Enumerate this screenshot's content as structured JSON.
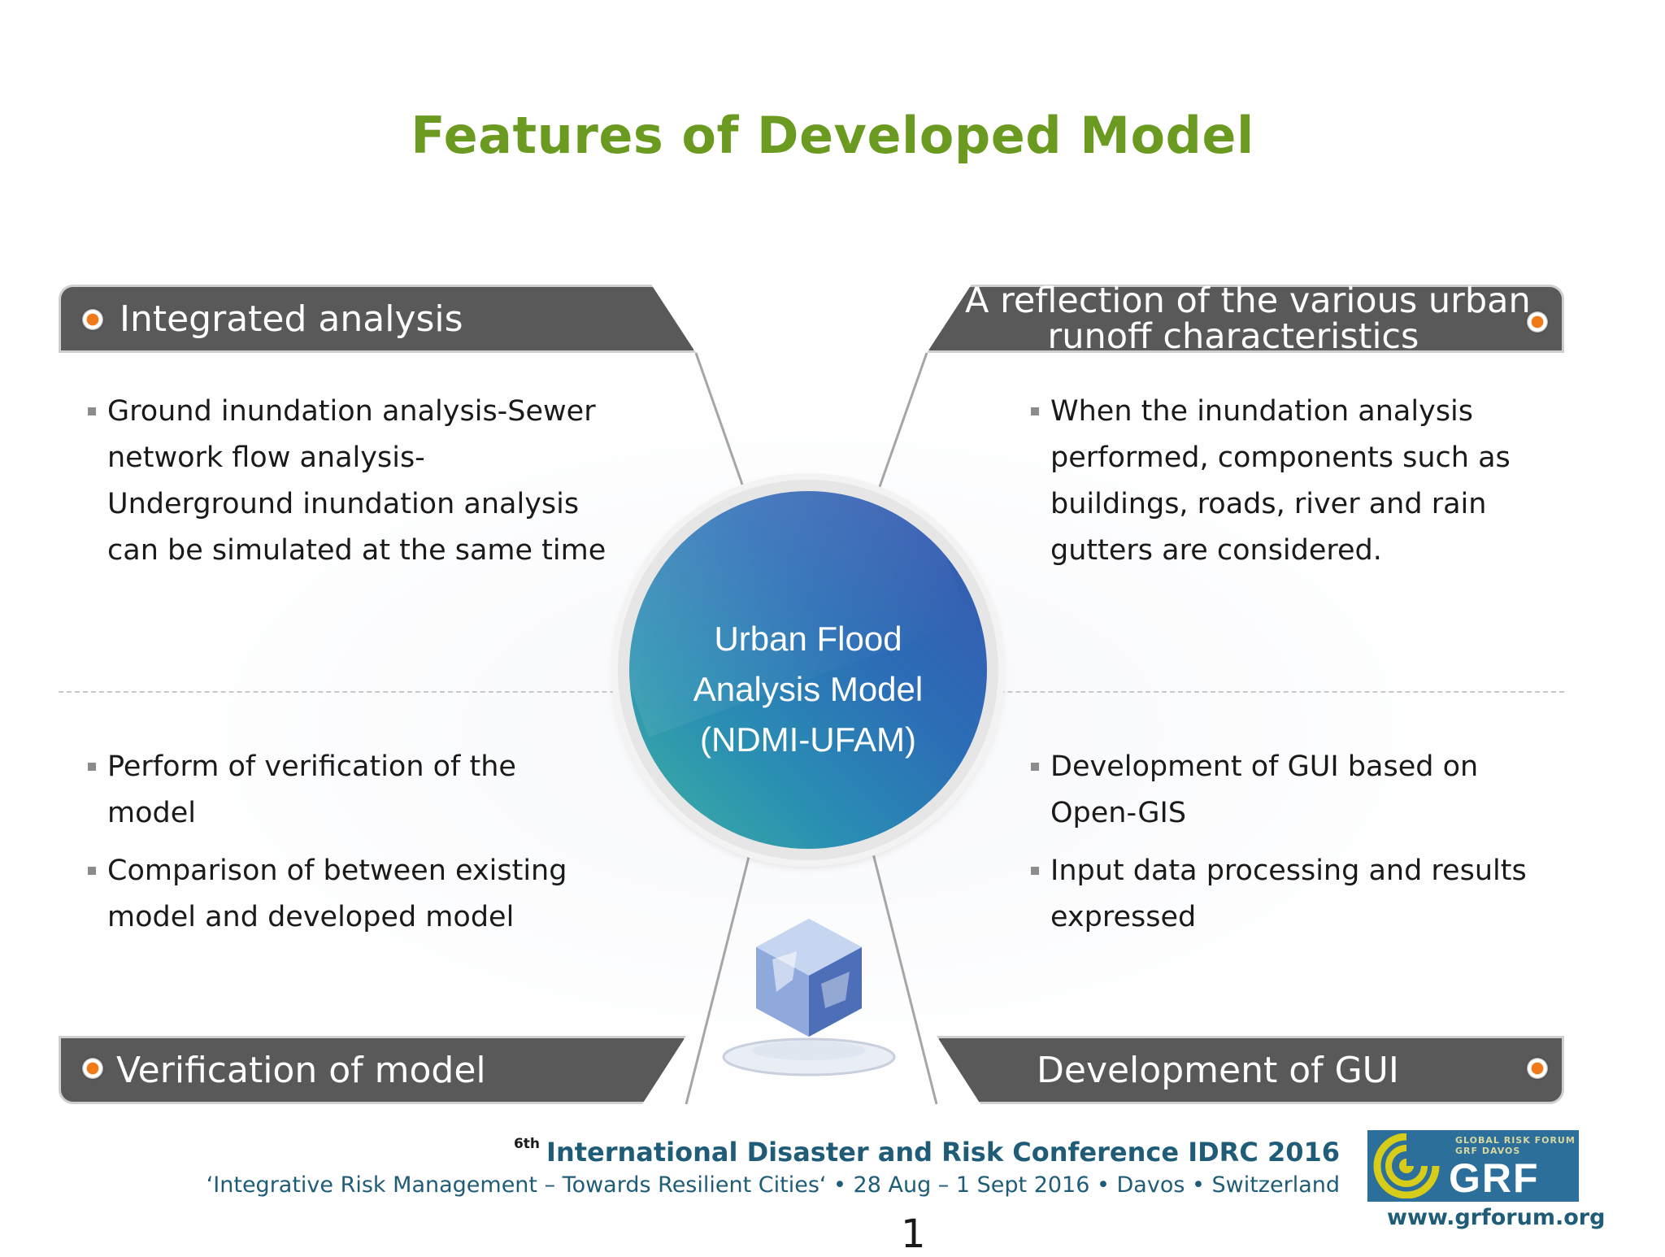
{
  "slide": {
    "title": "Features of Developed Model",
    "center_label": [
      "Urban Flood",
      "Analysis Model",
      "(NDMI-UFAM)"
    ],
    "quadrants": {
      "top_left": {
        "heading": "Integrated analysis",
        "items": [
          "Ground inundation analysis-Sewer network flow analysis-Underground inundation analysis can be simulated at the same time"
        ]
      },
      "top_right": {
        "heading": [
          "A reflection of the various urban",
          "runoff characteristics"
        ],
        "items": [
          "When the inundation analysis performed, components such as buildings, roads, river and rain gutters  are considered."
        ]
      },
      "bottom_left": {
        "heading": "Verification of model",
        "items": [
          "Perform of verification of the model",
          "Comparison of between existing model and developed model"
        ]
      },
      "bottom_right": {
        "heading": "Development of GUI",
        "items": [
          "Development of GUI based on Open-GIS",
          "Input data processing and results expressed"
        ]
      }
    },
    "page_number": "1"
  },
  "footer": {
    "edition": "6th",
    "conference": "International Disaster and Risk Conference IDRC 2016",
    "tagline": "‘Integrative Risk Management – Towards Resilient Cities‘ • 28 Aug – 1 Sept 2016 • Davos • Switzerland",
    "logo_small_text": "GLOBAL RISK FORUM\nGRF DAVOS",
    "logo_text": "GRF",
    "url": "www.grforum.org"
  },
  "colors": {
    "title": "#6a9a1f",
    "header_bar": "#595959",
    "accent_orange": "#f07a1a",
    "footer_text": "#1f5c78"
  },
  "icons": [
    "orange-dot-bullet-icon",
    "globe-icon",
    "cube-icon",
    "grf-logo"
  ]
}
